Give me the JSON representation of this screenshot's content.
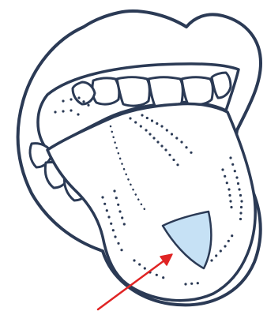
{
  "illustration": {
    "subject": "open-mouth-with-tongue",
    "colors": {
      "outline": "#2b3a55",
      "region_fill": "#c6e1f5",
      "arrow": "#e02424",
      "background": "#ffffff",
      "dots": "#2b3a55"
    },
    "highlighted_region": "tongue-region-highlight",
    "pointer": "red-arrow"
  }
}
